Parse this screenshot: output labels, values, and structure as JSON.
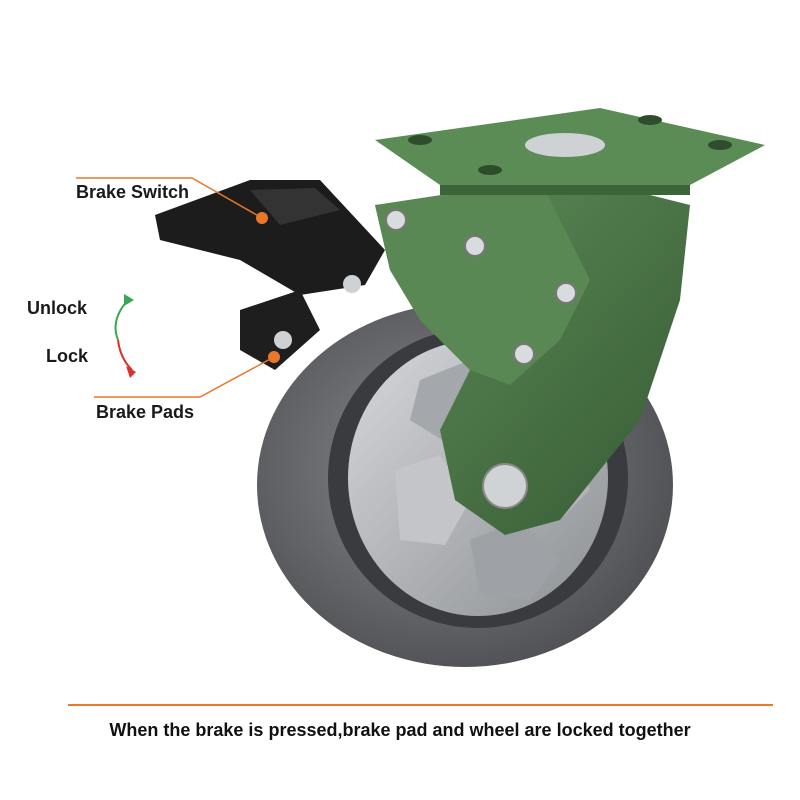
{
  "labels": {
    "brake_switch": "Brake Switch",
    "brake_pads": "Brake Pads",
    "unlock": "Unlock",
    "lock": "Lock"
  },
  "caption": "When the brake is pressed,brake pad and wheel are locked together",
  "colors": {
    "frame_green": "#4f7a4a",
    "tire_gray": "#6e6f73",
    "hub_silver": "#b9bcc0",
    "brake_black": "#1c1c1c",
    "accent_orange": "#e8772a",
    "unlock_green": "#3aa655",
    "lock_red": "#d9342b"
  }
}
